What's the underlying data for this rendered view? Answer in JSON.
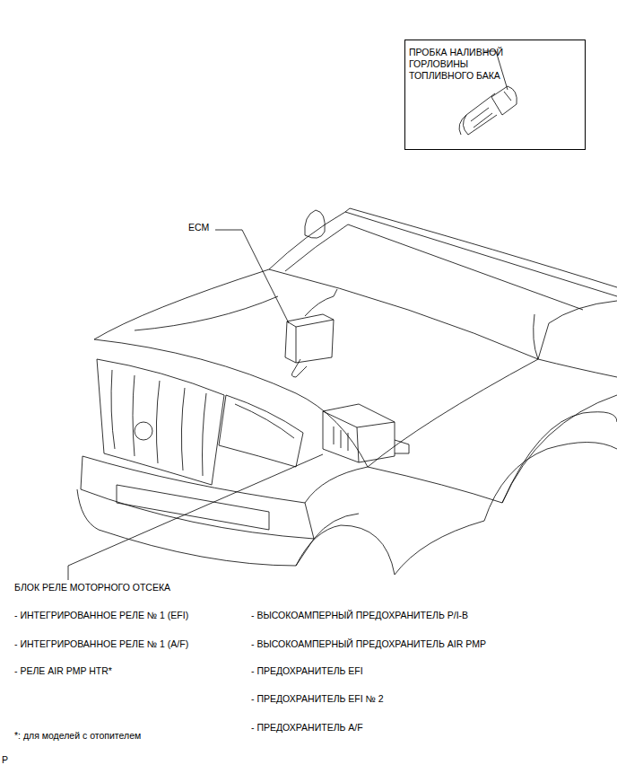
{
  "diagram": {
    "nodes": [
      {
        "text": [
          "ПРОБКА НАЛИВНОЙ ГОРЛОВИНЫ ТОПЛИВНОГО БАКА"
        ]
      }
    ],
    "labels": [
      "ECM",
      "БЛОК РЕЛЕ МОТОРНОГО ОТСЕКА",
      "- ИНТЕГРИРОВАННОЕ РЕЛЕ № 1 (EFI)",
      "- ИНТЕГРИРОВАННОЕ РЕЛЕ № 1 (A/F)",
      "- РЕЛЕ AIR PMP HTR*",
      "*: для моделей с отопителем",
      "- ВЫСОКОАМПЕРНЫЙ ПРЕДОХРАНИТЕЛЬ P/I-B",
      "- ВЫСОКОАМПЕРНЫЙ ПРЕДОХРАНИТЕЛЬ AIR PMP",
      "- ПРЕДОХРАНИТЕЛЬ EFI",
      "- ПРЕДОХРАНИТЕЛЬ EFI № 2",
      "- ПРЕДОХРАНИТЕЛЬ A/F",
      "P"
    ]
  }
}
